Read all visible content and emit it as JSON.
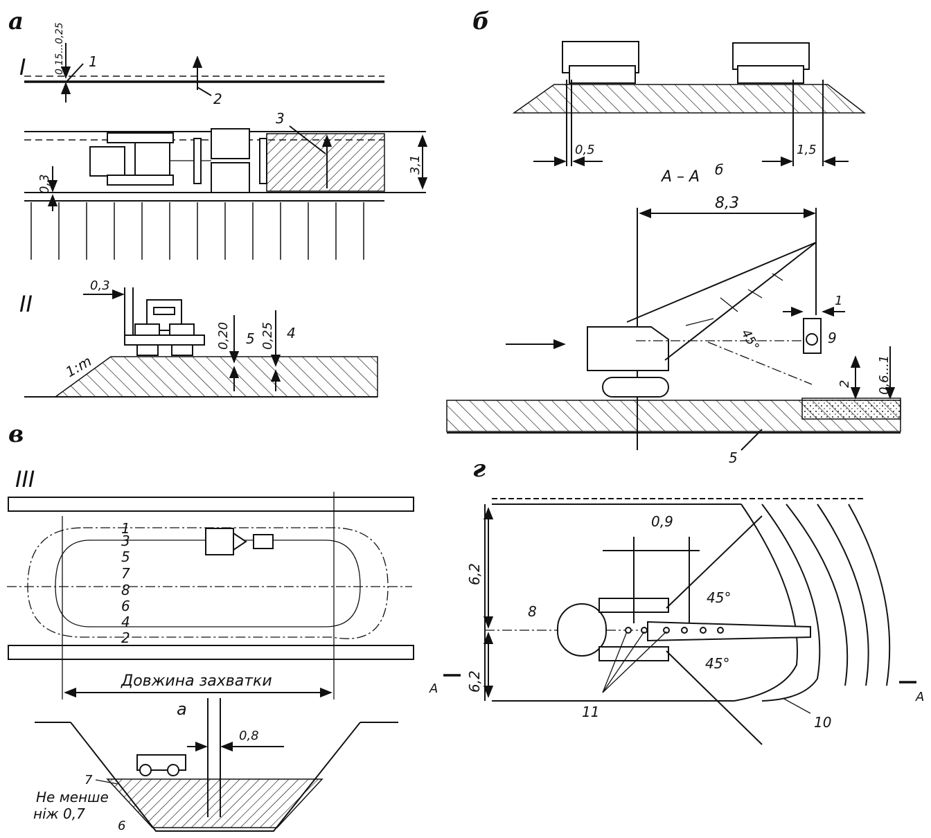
{
  "panels": {
    "a": "а",
    "b": "б",
    "v": "в",
    "g": "г"
  },
  "sections": {
    "s1": "I",
    "s2": "II",
    "s3": "III",
    "aa": "А – А",
    "aa_b": "б",
    "a_left": "А",
    "a_right": "А"
  },
  "callouts": {
    "c1": "1",
    "c2": "2",
    "c3": "3",
    "c4": "4",
    "c5": "5",
    "c5b": "5",
    "c9": "9",
    "c8": "8",
    "c10": "10",
    "c11": "11",
    "c7": "7",
    "c6": "6"
  },
  "dimensions": {
    "d_015_025": "0,15...0,25",
    "d_03_a": "0,3",
    "d_31": "3,1",
    "d_03_II": "0,3",
    "d_020": "0,20",
    "d_025": "0,25",
    "slope": "1:m",
    "d_05": "0,5",
    "d_15": "1,5",
    "d_83": "8,3",
    "d_1": "1",
    "d_45_b": "45°",
    "d_2": "2",
    "d_06_1": "0,6...1",
    "d_09": "0,9",
    "d_45_g1": "45°",
    "d_45_g2": "45°",
    "d_62_top": "6,2",
    "d_62_bot": "6,2",
    "d_08": "0,8",
    "a_dim": "a"
  },
  "passes": [
    "1",
    "3",
    "5",
    "7",
    "8",
    "6",
    "4",
    "2"
  ],
  "texts": {
    "length": "Довжина захватки",
    "not_less_1": "Не менше",
    "not_less_2": "ніж 0,7"
  }
}
